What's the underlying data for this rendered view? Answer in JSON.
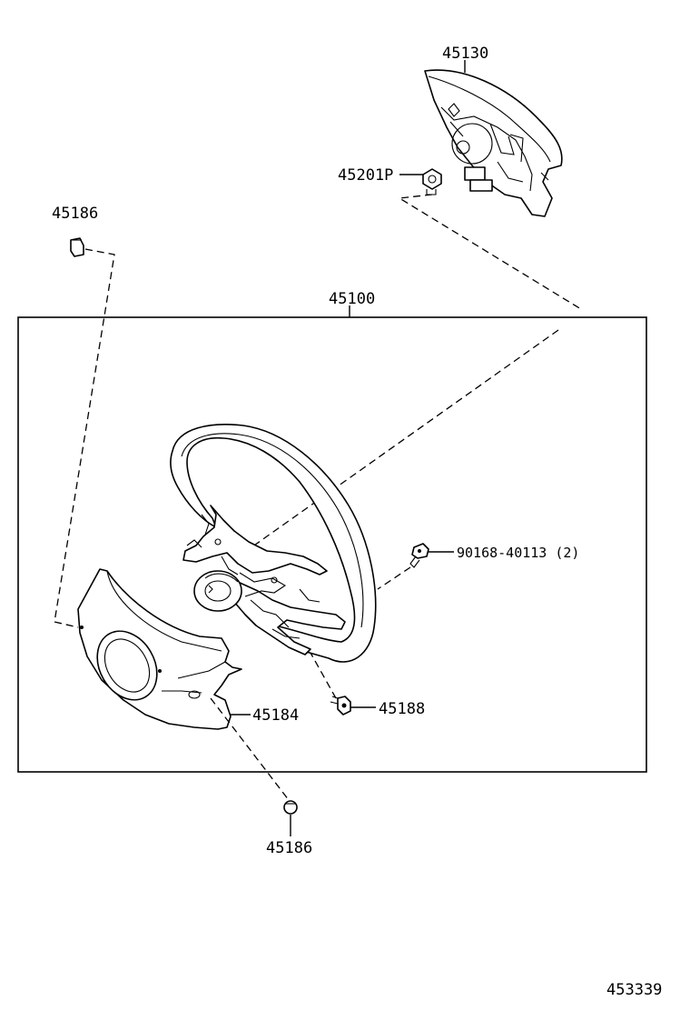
{
  "diagram": {
    "labels": {
      "pad": "45130",
      "nut": "45201P",
      "cap_top": "45186",
      "wheel_assembly": "45100",
      "bolt": "90168-40113 (2)",
      "cover": "45184",
      "screw": "45188",
      "cap_bottom": "45186",
      "figure_number": "453339"
    }
  }
}
